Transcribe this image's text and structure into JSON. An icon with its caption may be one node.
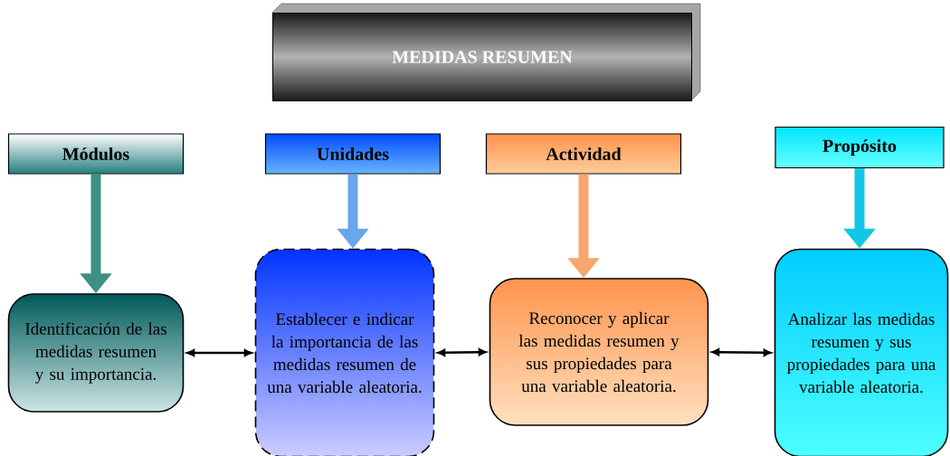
{
  "diagram": {
    "nodes": [
      {
        "text": [
          "MEDIDAS RESUMEN"
        ]
      },
      {
        "text": [
          "Módulos"
        ]
      },
      {
        "text": [
          "Unidades"
        ]
      },
      {
        "text": [
          "Actividad"
        ]
      },
      {
        "text": [
          "Propósito"
        ]
      },
      {
        "text": [
          "Identificación de las medidas resumen y su importancia."
        ]
      },
      {
        "text": [
          "Establecer e indicar la importancia de las medidas resumen de una variable aleatoria."
        ]
      },
      {
        "text": [
          "Reconocer y aplicar las medidas resumen y sus propiedades para una variable aleatoria."
        ]
      },
      {
        "text": [
          "Analizar las medidas resumen y sus propiedades para una variable aleatoria."
        ]
      }
    ],
    "edges": [
      {
        "from": 1,
        "to": 5,
        "arrow": "to",
        "color": "#3f8f86"
      },
      {
        "from": 2,
        "to": 6,
        "arrow": "to",
        "color": "#6aa6ec"
      },
      {
        "from": 3,
        "to": 7,
        "arrow": "to",
        "color": "#f7a66f"
      },
      {
        "from": 4,
        "to": 8,
        "arrow": "to",
        "color": "#13c6e6"
      },
      {
        "from": 5,
        "to": 6,
        "arrow": "both"
      },
      {
        "from": 6,
        "to": 7,
        "arrow": "both"
      },
      {
        "from": 7,
        "to": 8,
        "arrow": "both"
      }
    ]
  }
}
